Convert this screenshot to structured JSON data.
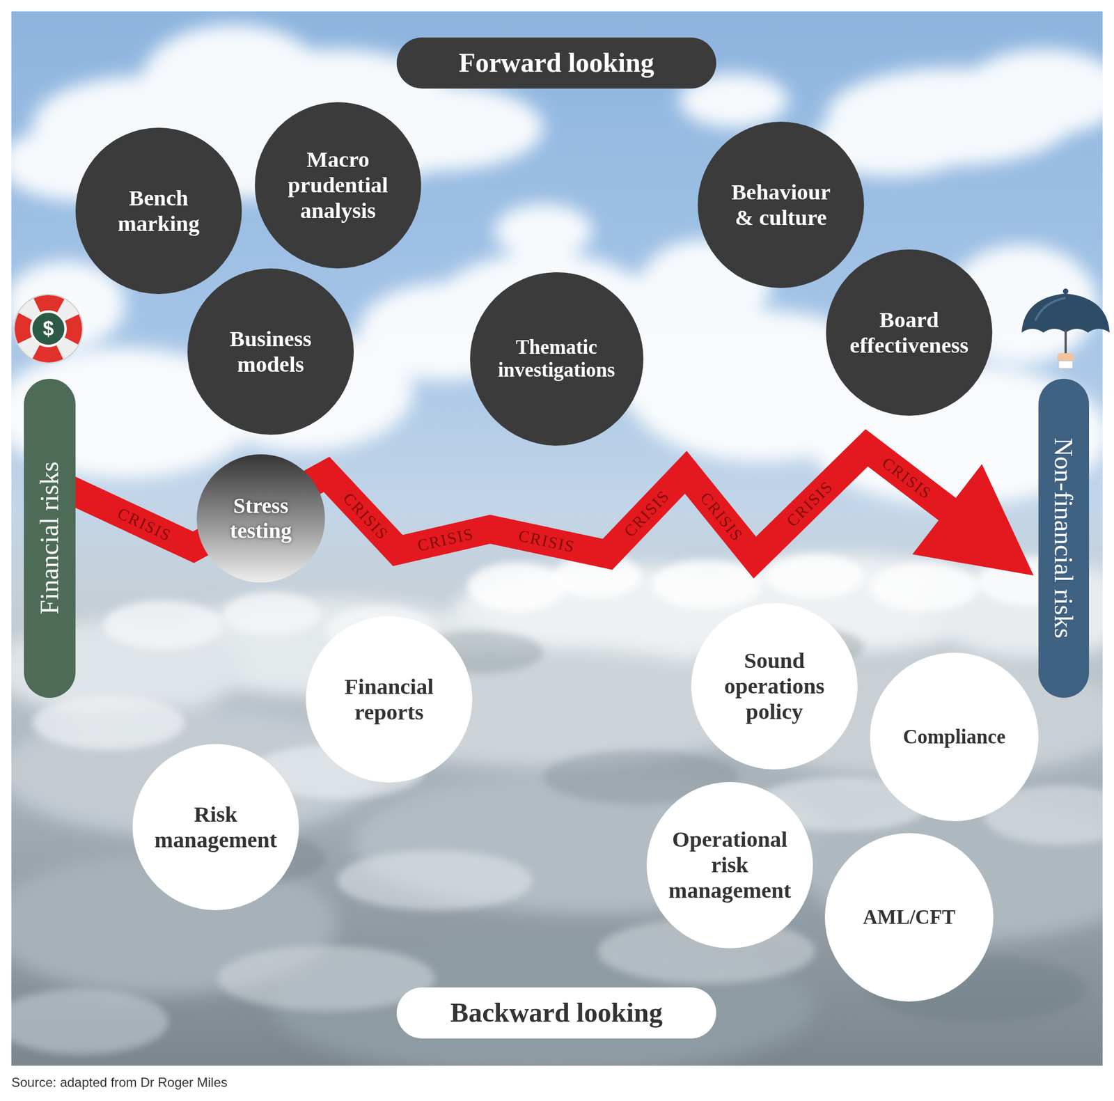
{
  "diagram": {
    "caption": "Source: adapted from Dr Roger Miles",
    "nodes": [
      {
        "text": [
          "Forward looking"
        ]
      },
      {
        "text": [
          "Bench marking"
        ]
      },
      {
        "text": [
          "Macro prudential analysis"
        ]
      },
      {
        "text": [
          "Behaviour & culture"
        ]
      },
      {
        "text": [
          "Board effectiveness"
        ]
      },
      {
        "text": [
          "Business models"
        ]
      },
      {
        "text": [
          "Thematic investigations"
        ]
      },
      {
        "text": [
          "Financial risks"
        ]
      },
      {
        "text": [
          "Non-financial risks"
        ]
      },
      {
        "text": [
          "Stress testing"
        ]
      },
      {
        "text": [
          "Sound operations policy"
        ]
      },
      {
        "text": [
          "Financial reports"
        ]
      },
      {
        "text": [
          "Compliance"
        ]
      },
      {
        "text": [
          "Risk management"
        ]
      },
      {
        "text": [
          "Operational risk management"
        ]
      },
      {
        "text": [
          "AML/CFT"
        ]
      },
      {
        "text": [
          "Backward looking"
        ]
      }
    ],
    "labels": [
      "$",
      "CRISIS",
      "CRISIS",
      "CRISIS",
      "CRISIS",
      "CRISIS",
      "CRISIS",
      "CRISIS",
      "CRISIS"
    ]
  }
}
